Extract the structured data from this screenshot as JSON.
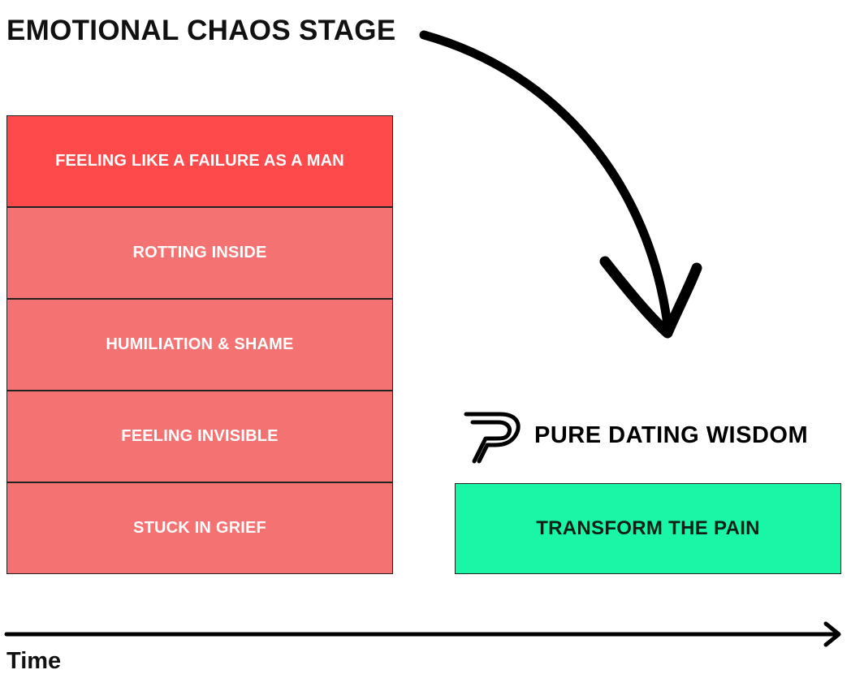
{
  "title": "EMOTIONAL CHAOS STAGE",
  "stages": [
    {
      "label": "FEELING LIKE A FAILURE AS A MAN"
    },
    {
      "label": "ROTTING INSIDE"
    },
    {
      "label": "HUMILIATION & SHAME"
    },
    {
      "label": "FEELING INVISIBLE"
    },
    {
      "label": "STUCK IN GRIEF"
    }
  ],
  "brand": {
    "name": "PURE DATING WISDOM",
    "logo_icon": "pdw-p-logo-icon"
  },
  "outcome": {
    "label": "TRANSFORM THE PAIN"
  },
  "axis": {
    "label": "Time"
  },
  "colors": {
    "stage_top": "#ff4a4b",
    "stage": "#f57273",
    "outcome": "#19f7a6",
    "ink": "#000000"
  }
}
